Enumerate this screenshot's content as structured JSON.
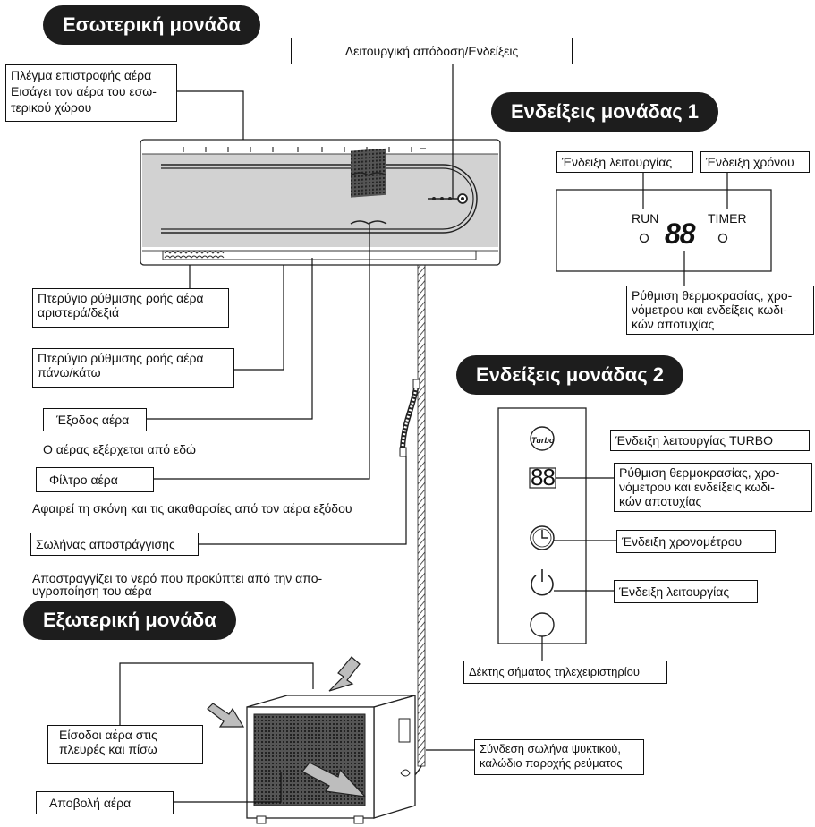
{
  "indoor": {
    "title": "Εσωτερική μονάδα",
    "display_label": "Λειτουργική απόδοση/Ενδείξεις",
    "return_grille_label": [
      "Πλέγμα επιστροφής αέρα",
      "Εισάγει τον αέρα του εσω-",
      "τερικού χώρου"
    ],
    "louver_lr_label": [
      "Πτερύγιο ρύθμισης ροής αέρα",
      "αριστερά/δεξιά"
    ],
    "louver_ud_label": [
      "Πτερύγιο ρύθμισης ροής αέρα",
      "πάνω/κάτω"
    ],
    "air_outlet_label": "Έξοδος αέρα",
    "air_outlet_desc": "Ο αέρας εξέρχεται από εδώ",
    "filter_label": "Φίλτρο αέρα",
    "filter_desc": "Αφαιρεί τη σκόνη και τις ακαθαρσίες από τον αέρα εξόδου",
    "drain_label": "Σωλήνας αποστράγγισης",
    "drain_desc": [
      "Αποστραγγίζει το νερό που προκύπτει από την απο-",
      "υγροποίηση του αέρα"
    ]
  },
  "display1": {
    "title": "Ενδείξεις μονάδας 1",
    "run_indicator_label": "Ένδειξη λειτουργίας",
    "timer_indicator_label": "Ένδειξη χρόνου",
    "run_text": "RUN",
    "timer_text": "TIMER",
    "digits": "88",
    "temp_label": [
      "Ρύθμιση θερμοκρασίας, χρο-",
      "νόμετρου και ενδείξεις κωδι-",
      "κών αποτυχίας"
    ]
  },
  "display2": {
    "title": "Ενδείξεις μονάδας 2",
    "turbo_icon_text": "Turbo",
    "turbo_label": "Ένδειξη λειτουργίας TURBO",
    "digits": "88",
    "temp_label": [
      "Ρύθμιση θερμοκρασίας, χρο-",
      "νόμετρου και ενδείξεις κωδι-",
      "κών αποτυχίας"
    ],
    "timer_label": "Ένδειξη χρονομέτρου",
    "run_label": "Ένδειξη λειτουργίας",
    "receiver_label": "Δέκτης σήματος τηλεχειριστηρίου"
  },
  "outdoor": {
    "title": "Εξωτερική μονάδα",
    "inlets_label": [
      "Είσοδοι αέρα στις",
      "πλευρές και πίσω"
    ],
    "discharge_label": "Αποβολή αέρα",
    "connection_label": [
      "Σύνδεση σωλήνα ψυκτικού,",
      "καλώδιο παροχής ρεύματος"
    ]
  }
}
